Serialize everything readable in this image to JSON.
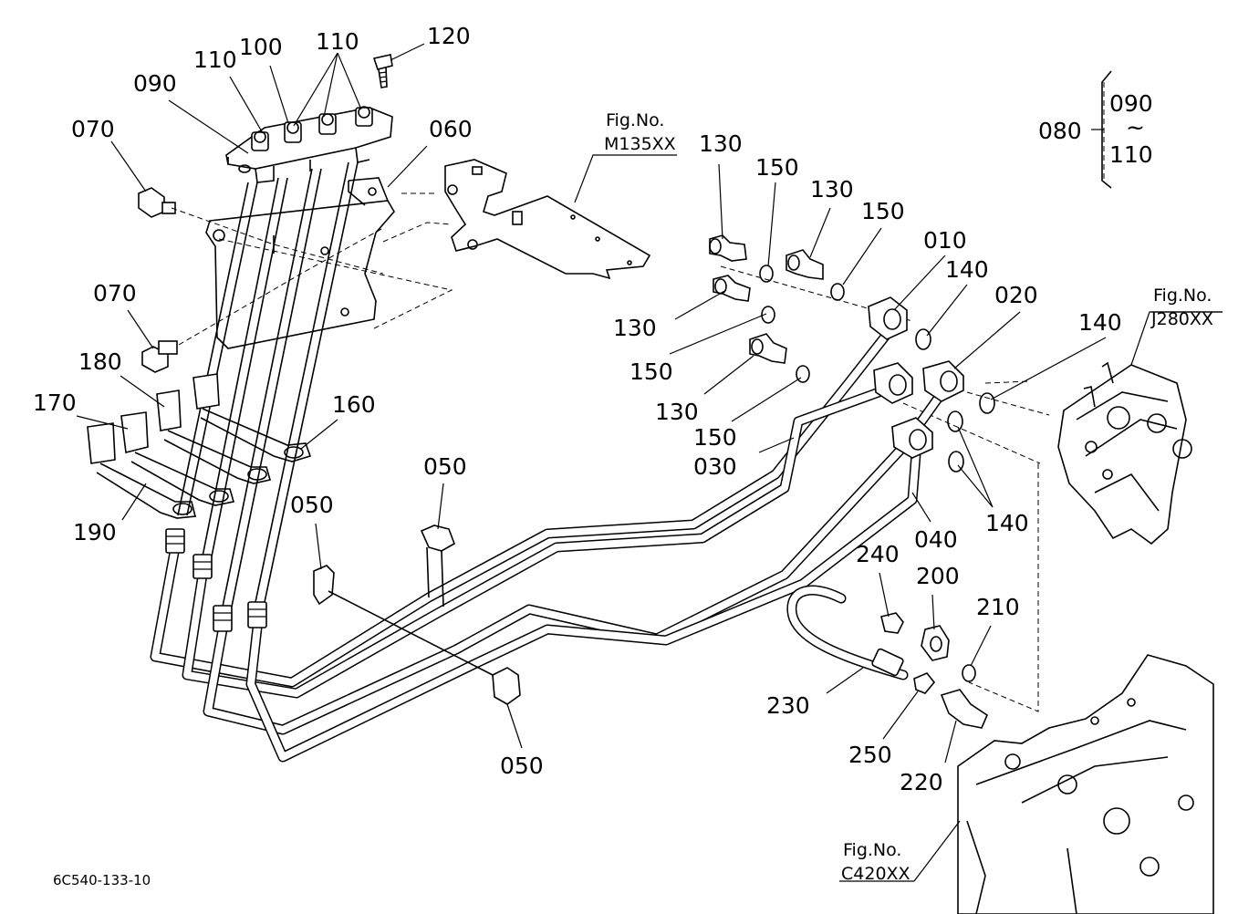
{
  "drawing_code": "6C540-133-10",
  "assembly_bracket": {
    "parent": "080",
    "range_from": "090",
    "range_sep": "~",
    "range_to": "110"
  },
  "fig_refs": [
    {
      "id": "m135",
      "line1": "Fig.No.",
      "line2": "M135XX"
    },
    {
      "id": "j280",
      "line1": "Fig.No.",
      "line2": "J280XX"
    },
    {
      "id": "c420",
      "line1": "Fig.No.",
      "line2": "C420XX"
    }
  ],
  "callouts": [
    {
      "id": "c01",
      "text": "090"
    },
    {
      "id": "c02",
      "text": "110"
    },
    {
      "id": "c03",
      "text": "100"
    },
    {
      "id": "c04",
      "text": "110"
    },
    {
      "id": "c05",
      "text": "120"
    },
    {
      "id": "c06",
      "text": "070"
    },
    {
      "id": "c07",
      "text": "060"
    },
    {
      "id": "c08",
      "text": "070"
    },
    {
      "id": "c09",
      "text": "180"
    },
    {
      "id": "c10",
      "text": "170"
    },
    {
      "id": "c11",
      "text": "160"
    },
    {
      "id": "c12",
      "text": "190"
    },
    {
      "id": "c13",
      "text": "050"
    },
    {
      "id": "c14",
      "text": "050"
    },
    {
      "id": "c15",
      "text": "050"
    },
    {
      "id": "c16",
      "text": "130"
    },
    {
      "id": "c17",
      "text": "150"
    },
    {
      "id": "c18",
      "text": "130"
    },
    {
      "id": "c19",
      "text": "150"
    },
    {
      "id": "c20",
      "text": "010"
    },
    {
      "id": "c21",
      "text": "140"
    },
    {
      "id": "c22",
      "text": "020"
    },
    {
      "id": "c23",
      "text": "140"
    },
    {
      "id": "c24",
      "text": "130"
    },
    {
      "id": "c25",
      "text": "150"
    },
    {
      "id": "c26",
      "text": "130"
    },
    {
      "id": "c27",
      "text": "150"
    },
    {
      "id": "c28",
      "text": "030"
    },
    {
      "id": "c29",
      "text": "040"
    },
    {
      "id": "c30",
      "text": "140"
    },
    {
      "id": "c31",
      "text": "240"
    },
    {
      "id": "c32",
      "text": "200"
    },
    {
      "id": "c33",
      "text": "210"
    },
    {
      "id": "c34",
      "text": "230"
    },
    {
      "id": "c35",
      "text": "250"
    },
    {
      "id": "c36",
      "text": "220"
    }
  ]
}
